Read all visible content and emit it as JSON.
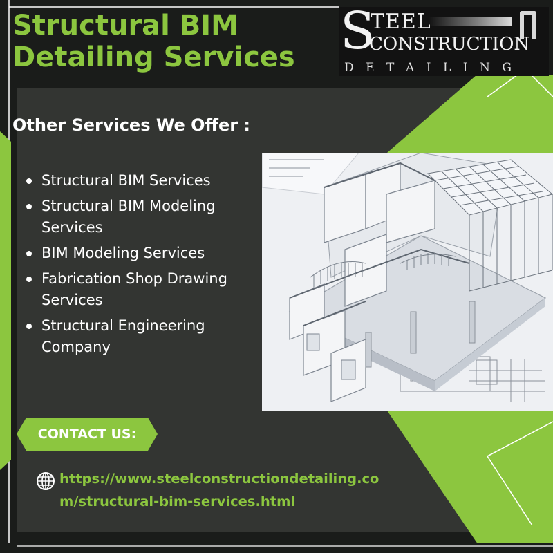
{
  "colors": {
    "accent": "#8cc63f",
    "panel": "#333532",
    "dark": "#1a1c1a",
    "text": "#ffffff"
  },
  "header": {
    "title": "Structural BIM Detailing Services"
  },
  "logo": {
    "big_letter": "S",
    "line1": "TEEL",
    "line2": "CONSTRUCTION",
    "line3": "DETAILING"
  },
  "services": {
    "heading": "Other Services We Offer :",
    "items": [
      "Structural BIM Services",
      "Structural BIM Modeling Services",
      "BIM Modeling Services",
      "Fabrication Shop Drawing Services",
      "Structural Engineering Company"
    ]
  },
  "contact": {
    "label": "CONTACT US:",
    "icon": "globe-icon",
    "url": "https://www.steelconstructiondetailing.com/structural-bim-services.html"
  }
}
